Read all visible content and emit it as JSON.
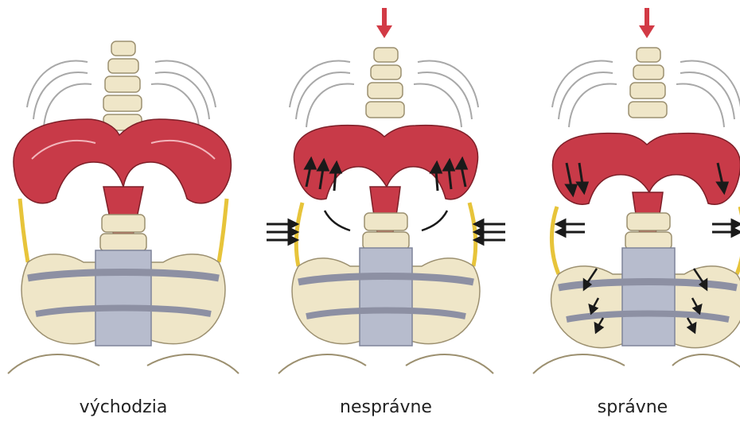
{
  "panels": [
    {
      "id": "start",
      "caption": "východzia",
      "state": "neutral"
    },
    {
      "id": "wrong",
      "caption": "nesprávne",
      "state": "incorrect"
    },
    {
      "id": "right",
      "caption": "správne",
      "state": "correct"
    }
  ],
  "colors": {
    "muscle": "#c83a48",
    "muscle_light": "#f2b6bc",
    "bone": "#efe6c8",
    "bone_outline": "#9c9070",
    "spine_column": "#b7bccd",
    "band": "#8d90a3",
    "fascia": "#e7c43a",
    "arrow_red": "#d23a45",
    "arrow_black": "#1a1a1a",
    "rib_outline": "#a8a8a8"
  },
  "icons": {
    "diaphragm": "diaphragm-muscle-illustration",
    "spine": "vertebral-column-illustration",
    "pelvis": "pelvis-bone-illustration",
    "arrow": "arrow-icon"
  }
}
